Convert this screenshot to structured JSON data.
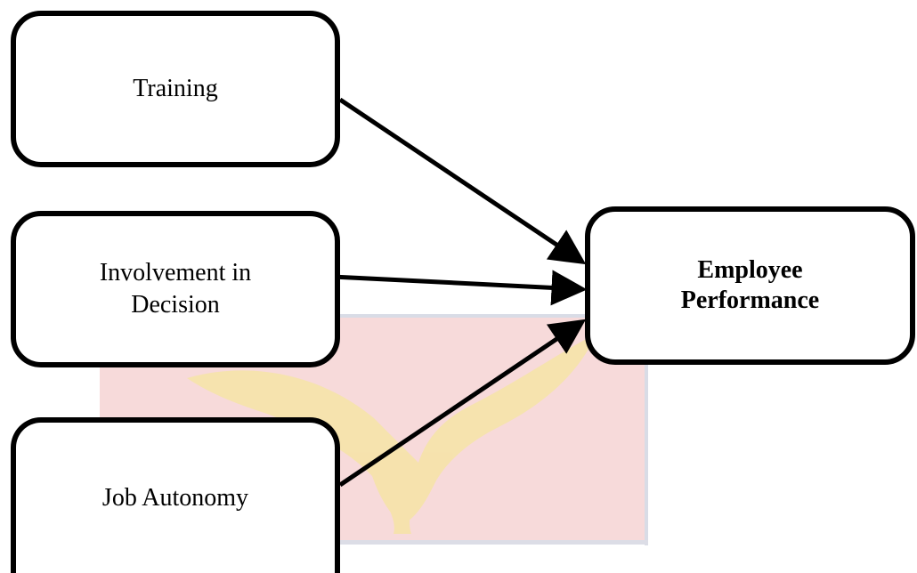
{
  "diagram": {
    "nodes": {
      "training": "Training",
      "involvement_line1": "Involvement in",
      "involvement_line2": "Decision",
      "autonomy": "Job Autonomy",
      "performance_line1": "Employee",
      "performance_line2": "Performance"
    },
    "edges": [
      {
        "from": "Training",
        "to": "Employee Performance"
      },
      {
        "from": "Involvement in Decision",
        "to": "Employee Performance"
      },
      {
        "from": "Job Autonomy",
        "to": "Employee Performance"
      }
    ]
  },
  "watermark": {
    "description_icon": "eagle-crest-watermark",
    "colors": {
      "panel": "#f7d9d9",
      "frame": "#dcdde6",
      "eagle": "#f6e3a8"
    }
  }
}
